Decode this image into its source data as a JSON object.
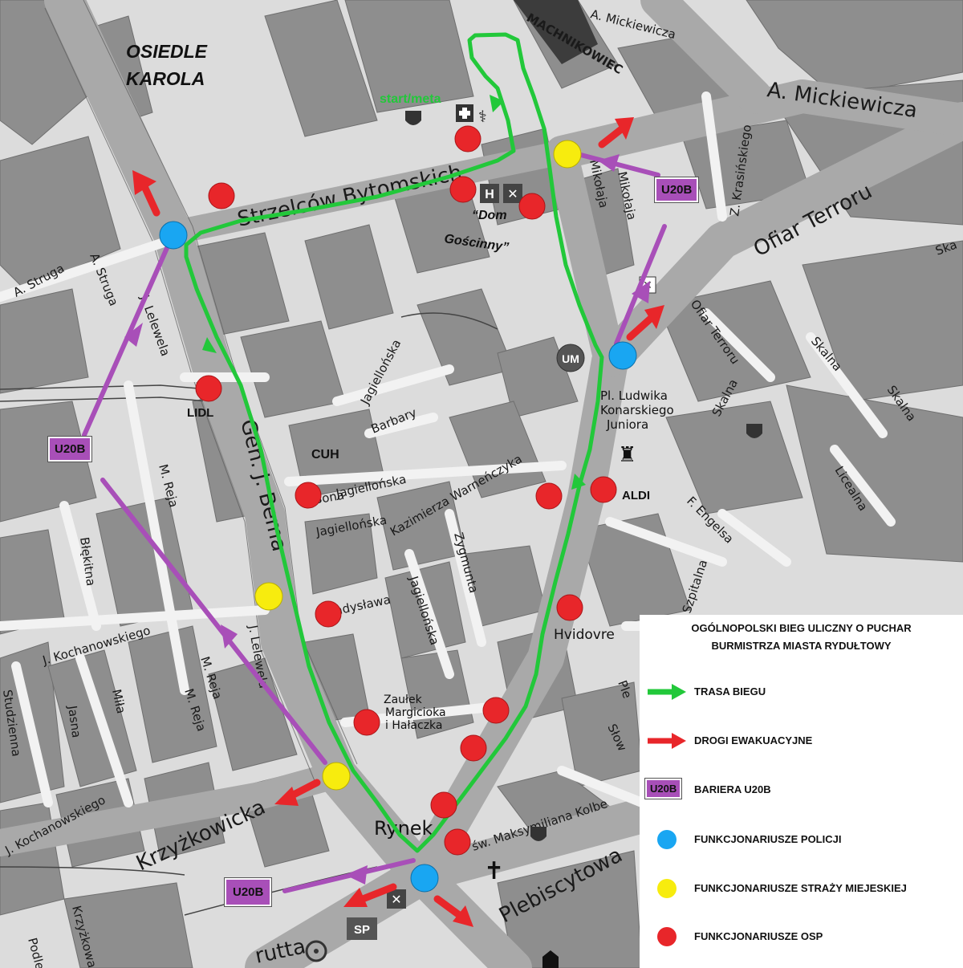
{
  "map": {
    "district": [
      "OSIEDLE",
      "KAROLA"
    ],
    "start_label": "start/meta",
    "places": {
      "lidl": "LIDL",
      "aldi": "ALDI",
      "dom_goscinny_1": "“Dom",
      "dom_goscinny_2": "Gościnny”",
      "cuh": "CUH",
      "um": "UM",
      "sp": "SP",
      "hvidovre": "Hvidovre",
      "zaulek_1": "Zaułek",
      "zaulek_2": "Margicioka",
      "zaulek_3": "i Hałaczka",
      "plac_1": "Pl. Ludwika",
      "plac_2": "Konarskiego",
      "plac_3": "Juniora",
      "rynek": "Rynek"
    },
    "streets": {
      "mickiewicza_big": "A. Mickiewicza",
      "mickiewicza_small": "A. Mickiewicza",
      "machnikowiec": "MACHNIKOWIEC",
      "strzelcow": "Strzelców Bytomskich",
      "ofiar_big": "Ofiar Terroru",
      "ofiar_small": "Ofiar Terroru",
      "krasinskiego": "Z. Krasińskiego",
      "mikolaja_1": "Mikołaja",
      "mikolaja_2": "Mikołaja",
      "struga_1": "A. Struga",
      "struga_2": "A. Struga",
      "lelewela_1": "J. Lelewela",
      "lelewela_2": "J. Lelewela",
      "bema": "Gen. J. Bema",
      "jagiellonska_1": "Jagiellońska",
      "jagiellonska_2": "Jagiellońska",
      "jagiellonska_3": "Jagiellońska",
      "jagiellonska_4": "Jagiellońska",
      "barbary": "Barbary",
      "bona": "Bona",
      "kazimierza": "Kazimierza Warneńczyka",
      "zygmunta": "Zygmunta",
      "wladyslawa": "Władysława",
      "reja_1": "M. Reja",
      "reja_2": "M. Reja",
      "reja_3": "M. Reja",
      "blekitna": "Błękitna",
      "kochanowskiego_1": "J. Kochanowskiego",
      "kochanowskiego_2": "J. Kochanowskiego",
      "studzienna": "Studzienna",
      "jasna": "Jasna",
      "mila": "Miła",
      "krzyzkowicka": "Krzyżkowicka",
      "plebiscytowa": "Plebiscytowa",
      "maksymiliana_kolbe": "św. Maksymiliana Kolbe",
      "skalna_1": "Skalna",
      "skalna_2": "Skalna",
      "skalna_3": "Skalna",
      "liceealna": "Licealna",
      "engelsa": "F. Engelsa",
      "szpitalna": "Szpitalna",
      "stowackiego": "Słow",
      "ple": "Ple",
      "skal_edge": "Ska",
      "krzyzkowa": "Krzyżkowa",
      "podles": "Podleś",
      "rutta": "rutta"
    },
    "colors": {
      "route": "#22c83a",
      "evacuation": "#e8262a",
      "barrier": "#a84fb8",
      "police": "#19a6f2",
      "city_guard": "#f7ec0e",
      "osp": "#e8262a",
      "road": "#a9a9a9",
      "building": "#8e8e8e",
      "ground": "#dcdcdc"
    }
  },
  "barrier_tags": [
    "U20B",
    "U20B",
    "U20B",
    "U20B"
  ],
  "legend": {
    "title_line1": "OGÓLNOPOLSKI BIEG ULICZNY O PUCHAR",
    "title_line2": "BURMISTRZA MIASTA RYDUŁTOWY",
    "items": [
      {
        "label": "TRASA BIEGU",
        "symbol": "green-arrow-icon"
      },
      {
        "label": "DROGI EWAKUACYJNE",
        "symbol": "red-arrow-icon"
      },
      {
        "label": "BARIERA U20B",
        "symbol": "u20b-tag",
        "tag": "U20B"
      },
      {
        "label": "FUNKCJONARIUSZE POLICJI",
        "symbol": "blue-dot-icon"
      },
      {
        "label": "FUNKCJONARIUSZE STRAŻY MIEJESKIEJ",
        "symbol": "yellow-dot-icon"
      },
      {
        "label": "FUNKCJONARIUSZE OSP",
        "symbol": "red-dot-icon"
      }
    ]
  }
}
